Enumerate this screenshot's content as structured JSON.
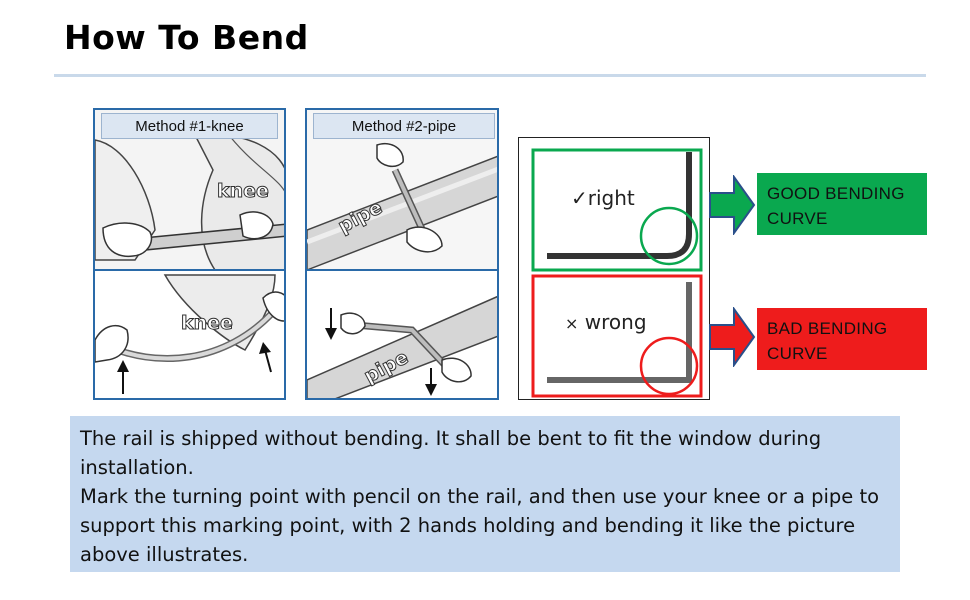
{
  "header": {
    "title": "How To Bend"
  },
  "methods": [
    {
      "label": "Method #1-knee",
      "top_word": "knee",
      "bottom_word": "knee"
    },
    {
      "label": "Method #2-pipe",
      "top_word": "pipe",
      "bottom_word": "pipe"
    }
  ],
  "comparison": {
    "right": {
      "mark": "✓",
      "word": "right",
      "tag": "GOOD BENDING CURVE",
      "color": "#0aa84f"
    },
    "wrong": {
      "mark": "×",
      "word": "wrong",
      "tag": "BAD BENDING CURVE",
      "color": "#ee1c1c"
    }
  },
  "description": {
    "para1": "The rail is shipped without bending. It shall be bent to fit the window during installation.",
    "para2": "Mark the  turning point with pencil on the rail, and then use your knee or a pipe to support this marking point, with 2 hands holding and bending it like the picture above illustrates."
  },
  "colors": {
    "frame": "#2a6aa8",
    "label_bg": "#dce6f2",
    "desc_bg": "#c5d8ef",
    "good": "#0aa84f",
    "bad": "#ee1c1c"
  }
}
